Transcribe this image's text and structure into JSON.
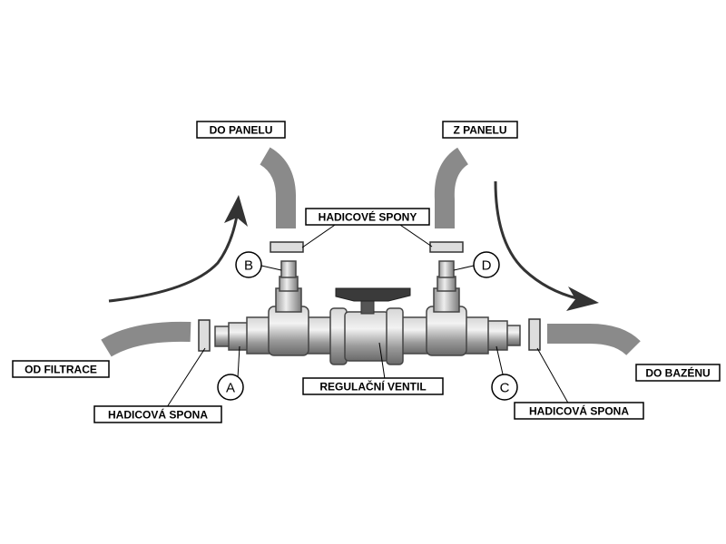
{
  "labels": {
    "do_panelu": "DO PANELU",
    "z_panelu": "Z PANELU",
    "hadicove_spony": "HADICOVÉ SPONY",
    "od_filtrace": "OD FILTRACE",
    "do_bazenu": "DO BAZÉNU",
    "regulacni_ventil": "REGULAČNÍ VENTIL",
    "hadicova_spona_left": "HADICOVÁ SPONA",
    "hadicova_spona_right": "HADICOVÁ SPONA"
  },
  "markers": {
    "a": "A",
    "b": "B",
    "c": "C",
    "d": "D"
  },
  "colors": {
    "pipe": "#8a8a8a",
    "fitting": "#a8a8a8",
    "fitting_dark": "#6e6e6e",
    "handle": "#3a3a3a",
    "arrow": "#333333"
  }
}
